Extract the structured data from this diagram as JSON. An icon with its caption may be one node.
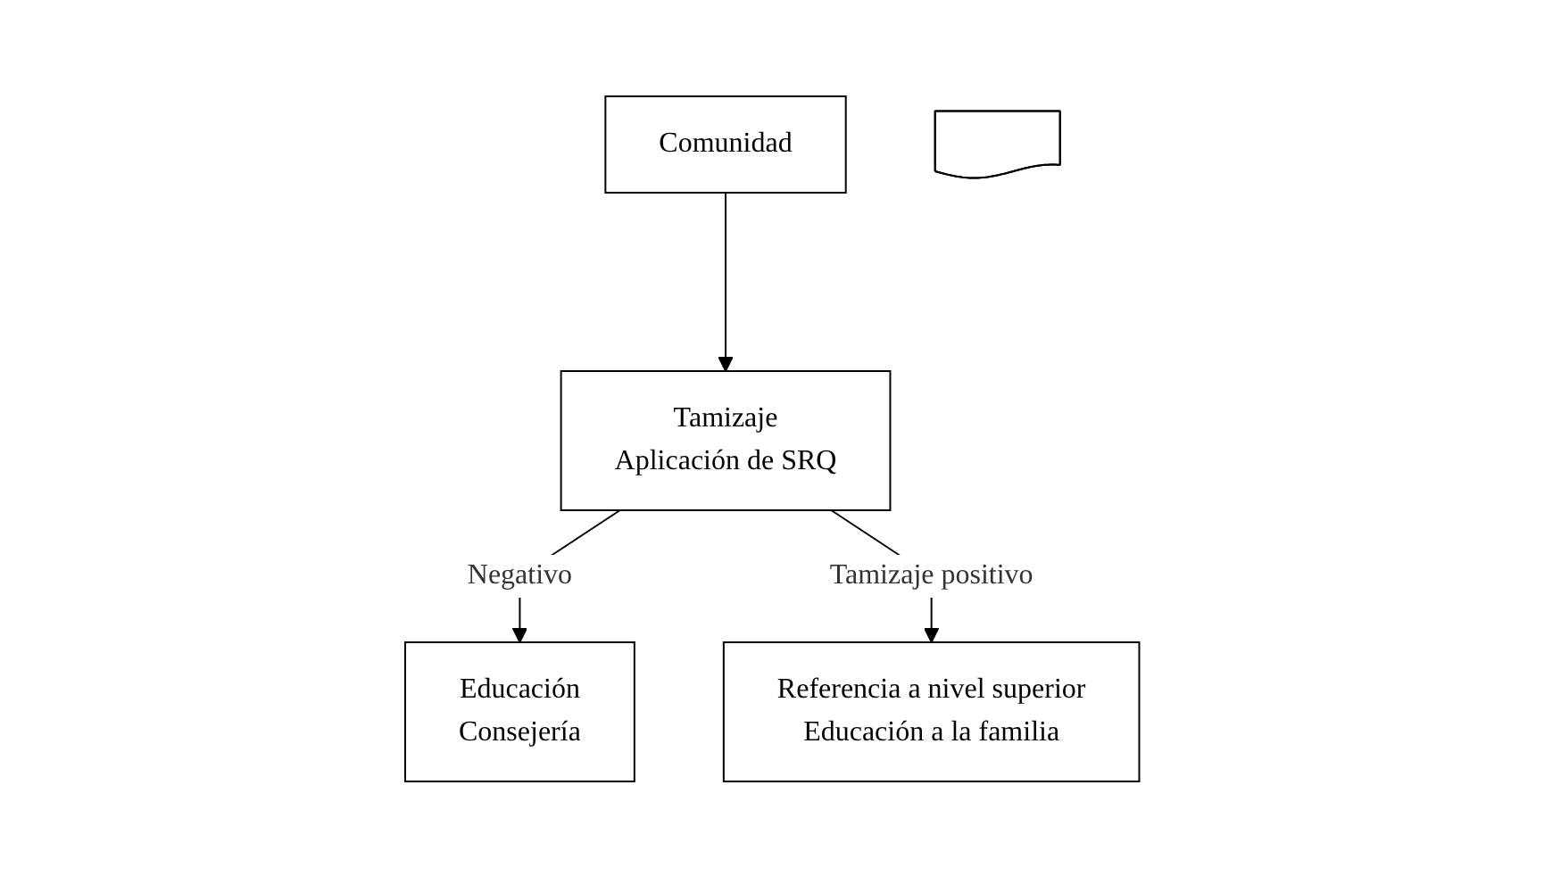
{
  "diagram": {
    "nodes": [
      {
        "text": [
          "Comunidad"
        ]
      },
      {
        "text": [
          "Tamizaje",
          "Aplicación de SRQ"
        ]
      },
      {
        "text": [],
        "shape": "document"
      },
      {
        "text": [
          "Educación",
          "Consejería"
        ]
      },
      {
        "text": [
          "Referencia a nivel superior",
          "Educación a la familia"
        ]
      }
    ],
    "edges": [
      {
        "from": 0,
        "to": 1,
        "arrow": "to"
      },
      {
        "from": 1,
        "to": 3,
        "arrow": "to",
        "label": "Negativo"
      },
      {
        "from": 1,
        "to": 4,
        "arrow": "to",
        "label": "Tamizaje positivo"
      }
    ]
  }
}
